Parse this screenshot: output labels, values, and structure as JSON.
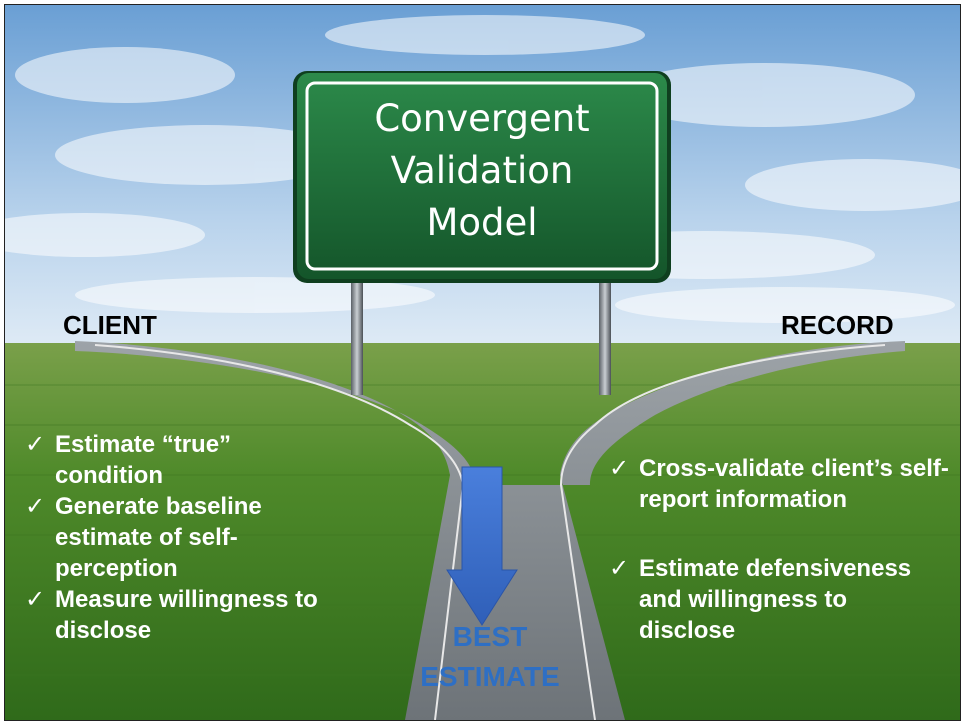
{
  "sign": {
    "lines": [
      "Convergent",
      "Validation",
      "Model"
    ]
  },
  "labels": {
    "left": "CLIENT",
    "right": "RECORD",
    "best": [
      "BEST",
      "ESTIMATE"
    ]
  },
  "left_list": [
    {
      "text": "Estimate “true” condition"
    },
    {
      "text": "Generate baseline estimate of self-perception"
    },
    {
      "text": "Measure willingness to disclose"
    }
  ],
  "right_list": [
    {
      "text": "Cross-validate client’s self-report information"
    },
    {
      "text": "Estimate defensiveness and willingness to disclose"
    }
  ],
  "check_glyph": "✓",
  "colors": {
    "sign_green": "#1f6e3a",
    "arrow_blue": "#3f6fcf",
    "best_text": "#2e6fc4",
    "grass": "#4e8a2a",
    "sky": "#7fb0dd"
  }
}
